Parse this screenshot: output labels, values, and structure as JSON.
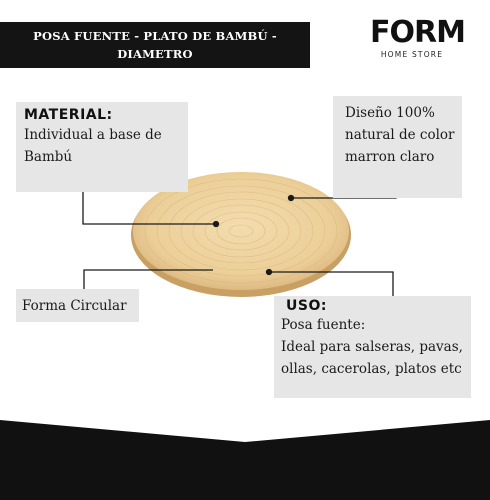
{
  "header": {
    "title_line1": "POSA FUENTE - PLATO DE BAMBÚ - DIAMETRO",
    "title_line2": "30CM"
  },
  "brand": {
    "name": "FORM",
    "subtitle": "HOME STORE"
  },
  "material": {
    "title": "MATERIAL:",
    "line1": "Individual a base de",
    "line2": "Bambú"
  },
  "diseno": {
    "line1": "Diseño 100%",
    "line2": "natural de color",
    "line3": "marron claro"
  },
  "forma": {
    "text": "Forma Circular"
  },
  "uso": {
    "title": "USO:",
    "line1": "Posa fuente:",
    "line2": "Ideal para salseras, pavas,",
    "line3": "ollas, cacerolas, platos etc"
  },
  "colors": {
    "title_bar": "#141414",
    "box_bg": "#e6e6e6",
    "bamboo_light": "#f2d7a6",
    "bamboo_dark": "#d9b27a",
    "bottom_band": "#111111"
  },
  "icons": {
    "product": "bamboo-plate-image",
    "pointer_lines": "callout-connector-lines"
  }
}
